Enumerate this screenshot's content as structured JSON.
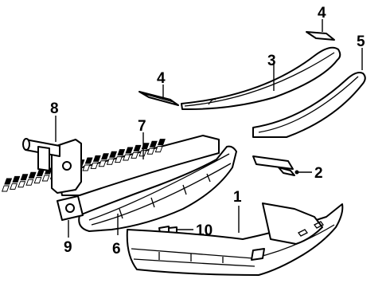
{
  "callouts": {
    "c1": "1",
    "c2": "2",
    "c3": "3",
    "c4a": "4",
    "c4b": "4",
    "c5": "5",
    "c6": "6",
    "c7": "7",
    "c8": "8",
    "c9": "9",
    "c10": "10"
  }
}
